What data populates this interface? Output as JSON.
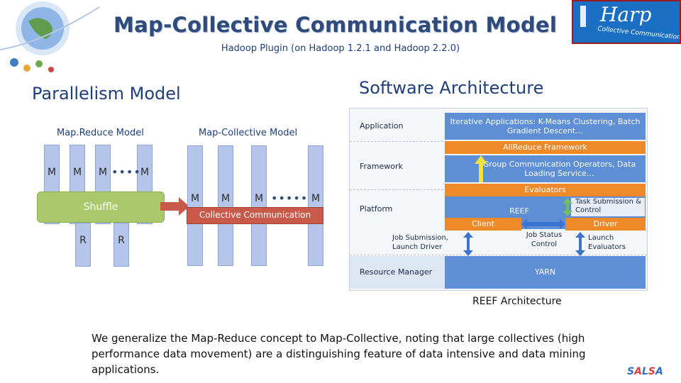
{
  "header": {
    "title": "Map-Collective Communication Model",
    "subtitle": "Hadoop Plugin (on Hadoop 1.2.1 and Hadoop 2.2.0)"
  },
  "logo": {
    "word": "Harp",
    "tagline": "Collective Communication"
  },
  "parallelism": {
    "heading": "Parallelism Model",
    "mapreduce": {
      "label": "Map.Reduce  Model",
      "m": [
        "M",
        "M",
        "M",
        "M"
      ],
      "dots": "••••",
      "shuffle": "Shuffle",
      "r": [
        "R",
        "R"
      ]
    },
    "mapcollective": {
      "label": "Map-Collective  Model",
      "m": [
        "M",
        "M",
        "M",
        "M"
      ],
      "dots": "•••••",
      "collective": "Collective Communication"
    }
  },
  "architecture": {
    "heading": "Software Architecture",
    "layers": [
      "Application",
      "Framework",
      "Platform",
      "Resource Manager"
    ],
    "application_box": "Iterative Applications: K-Means Clustering, Batch Gradient Descent…",
    "allreduce": "AllReduce Framework",
    "framework_box": "Group Communication Operators, Data Loading Service…",
    "evaluators": "Evaluators",
    "reef": "REEF",
    "task_submission": "Task Submission & Control",
    "client": "Client",
    "driver": "Driver",
    "job_submission": "Job Submission, Launch Driver",
    "job_status": "Job Status Control",
    "launch_evaluators": "Launch Evaluators",
    "yarn": "YARN",
    "caption": "REEF Architecture"
  },
  "paragraph": "We generalize the Map-Reduce concept to Map-Collective, noting that large collectives  (high performance data movement) are a distinguishing feature of data intensive and data mining applications.",
  "footer": {
    "s1": "S",
    "a1": "A",
    "l": "L",
    "s2": "S",
    "a2": "A"
  }
}
